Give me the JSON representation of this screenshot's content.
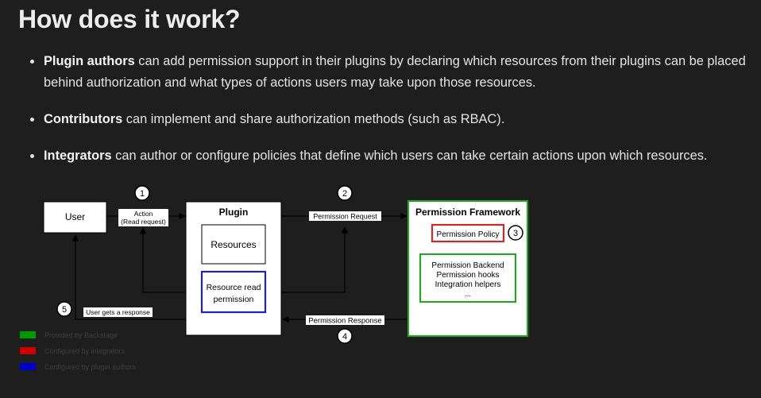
{
  "heading": "How does it work?",
  "bullets": [
    {
      "bold": "Plugin authors",
      "text": " can add permission support in their plugins by declaring which resources from their plugins can be placed behind authorization and what types of actions users may take upon those resources."
    },
    {
      "bold": "Contributors",
      "text": " can implement and share authorization methods (such as RBAC)."
    },
    {
      "bold": "Integrators",
      "text": " can author or configure policies that define which users can take certain actions upon which resources."
    }
  ],
  "diagram": {
    "user": "User",
    "plugin": "Plugin",
    "resources": "Resources",
    "resource_read_line1": "Resource read",
    "resource_read_line2": "permission",
    "framework": "Permission Framework",
    "policy": "Permission Policy",
    "backend_lines": [
      "Permission Backend",
      "Permission hooks",
      "Integration helpers",
      "..."
    ],
    "action_line1": "Action",
    "action_line2": "(Read request)",
    "permission_request": "Permission Request",
    "permission_response": "Permission Response",
    "user_response": "User gets a response",
    "steps": [
      "1",
      "2",
      "3",
      "4",
      "5"
    ]
  },
  "legend": [
    {
      "label": "Provided by Backstage",
      "color": "#009900"
    },
    {
      "label": "Configured by integrators",
      "color": "#cc0000"
    },
    {
      "label": "Configured by plugin authors",
      "color": "#0000cc"
    }
  ],
  "colors": {
    "green": "#2e9e2e",
    "red": "#cc2a2a",
    "blue": "#2222bb",
    "background": "#1e1e1e"
  }
}
